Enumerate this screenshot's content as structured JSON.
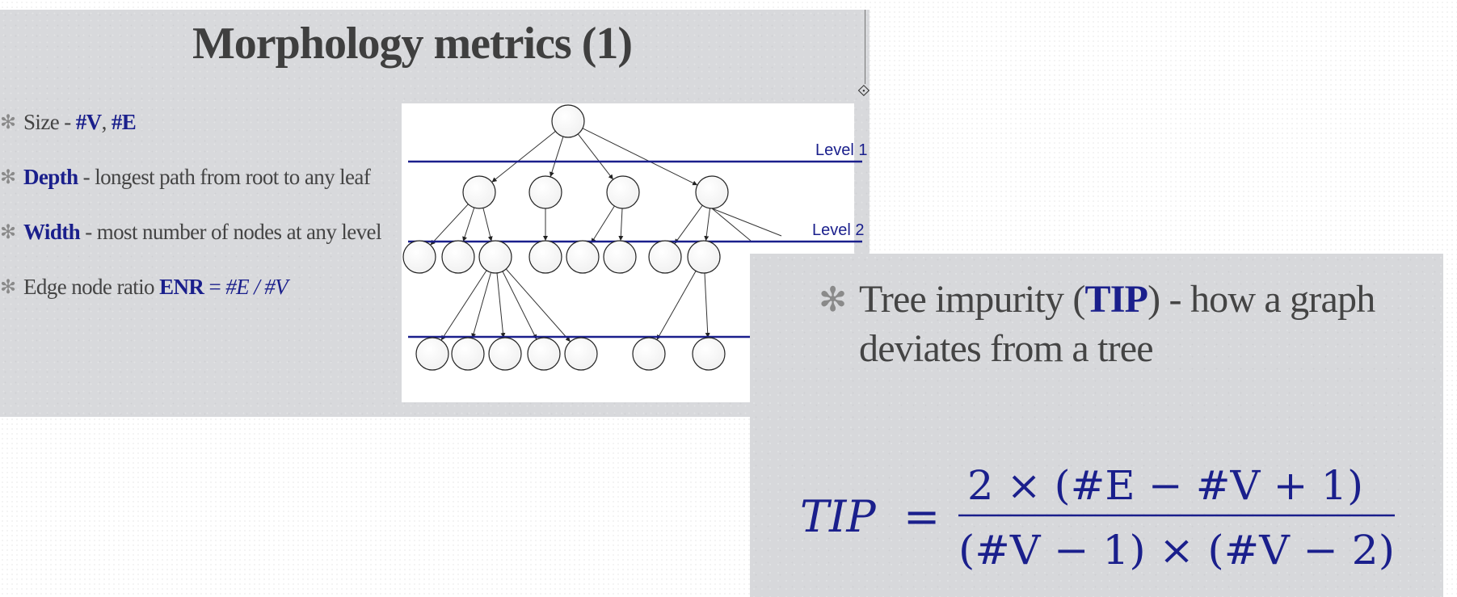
{
  "slide1": {
    "title": "Morphology metrics (1)",
    "bullets": [
      {
        "pre": "Size - ",
        "kw1": "#V",
        "mid": ", ",
        "kw2": "#E"
      },
      {
        "kw": "Depth",
        "text": " - longest path from root to any leaf"
      },
      {
        "kw": "Width",
        "text": " - most number of nodes at any level"
      },
      {
        "pre": "Edge node ratio ",
        "kw": "ENR",
        "eq": " = ",
        "formula": "#E / #V"
      }
    ],
    "figure": {
      "level_labels": [
        "Level 1",
        "Level 2"
      ]
    }
  },
  "slide2": {
    "bullet": {
      "pre": "Tree impurity (",
      "kw": "TIP",
      "post": ") - how a graph deviates from a tree"
    },
    "formula": {
      "lhs": "TIP",
      "eq": "=",
      "numerator": "2 × (#E − #V + 1)",
      "denominator": "(#V − 1) × (#V − 2)"
    }
  },
  "colors": {
    "accent": "#1a1f8c",
    "text": "#444444",
    "bullet_mark": "#8a8a8a",
    "level_line": "#1a1f8c"
  },
  "icons": {
    "bullet": "asterisk-icon",
    "handle": "diamond-handle-icon"
  }
}
